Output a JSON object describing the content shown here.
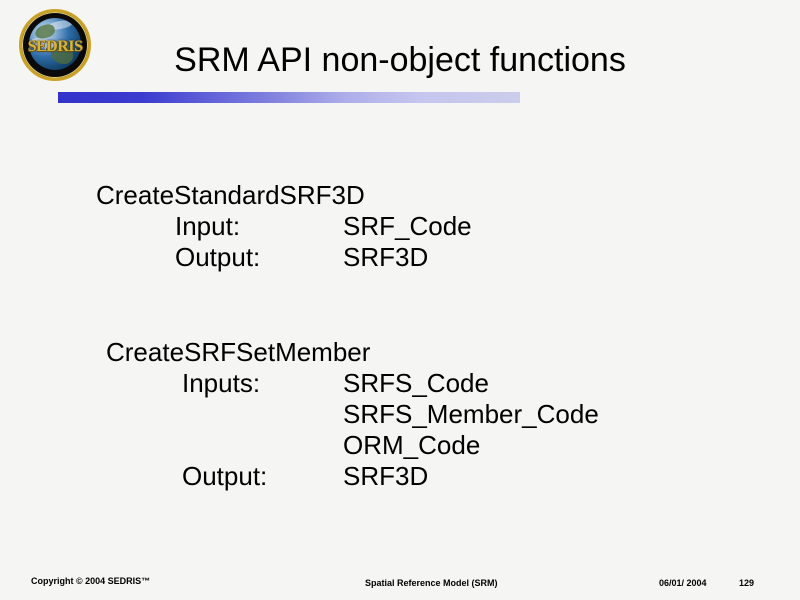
{
  "slide": {
    "background_color": "#f5f5f4",
    "title": "SRM API non-object functions",
    "rule_gradient_from": "#3333cc",
    "rule_gradient_to": "#ccccec"
  },
  "logo": {
    "wordmark": "SEDRIS",
    "ring_color": "#c9a227",
    "disc_color": "#0a0a0a"
  },
  "content": {
    "blocks": [
      {
        "name": "CreateStandardSRF3D",
        "rows": [
          {
            "label": "Input:",
            "value": "SRF_Code"
          },
          {
            "label": "Output:",
            "value": "SRF3D"
          }
        ]
      },
      {
        "name": "CreateSRFSetMember",
        "rows": [
          {
            "label": "Inputs:",
            "value": "SRFS_Code"
          },
          {
            "label": "",
            "value": "SRFS_Member_Code"
          },
          {
            "label": "",
            "value": "ORM_Code"
          },
          {
            "label": "Output:",
            "value": "SRF3D"
          }
        ]
      }
    ]
  },
  "footer": {
    "copyright": "Copyright © 2004 SEDRIS™",
    "center": "Spatial Reference Model (SRM)",
    "date": "06/01/ 2004",
    "page_number": "129"
  }
}
